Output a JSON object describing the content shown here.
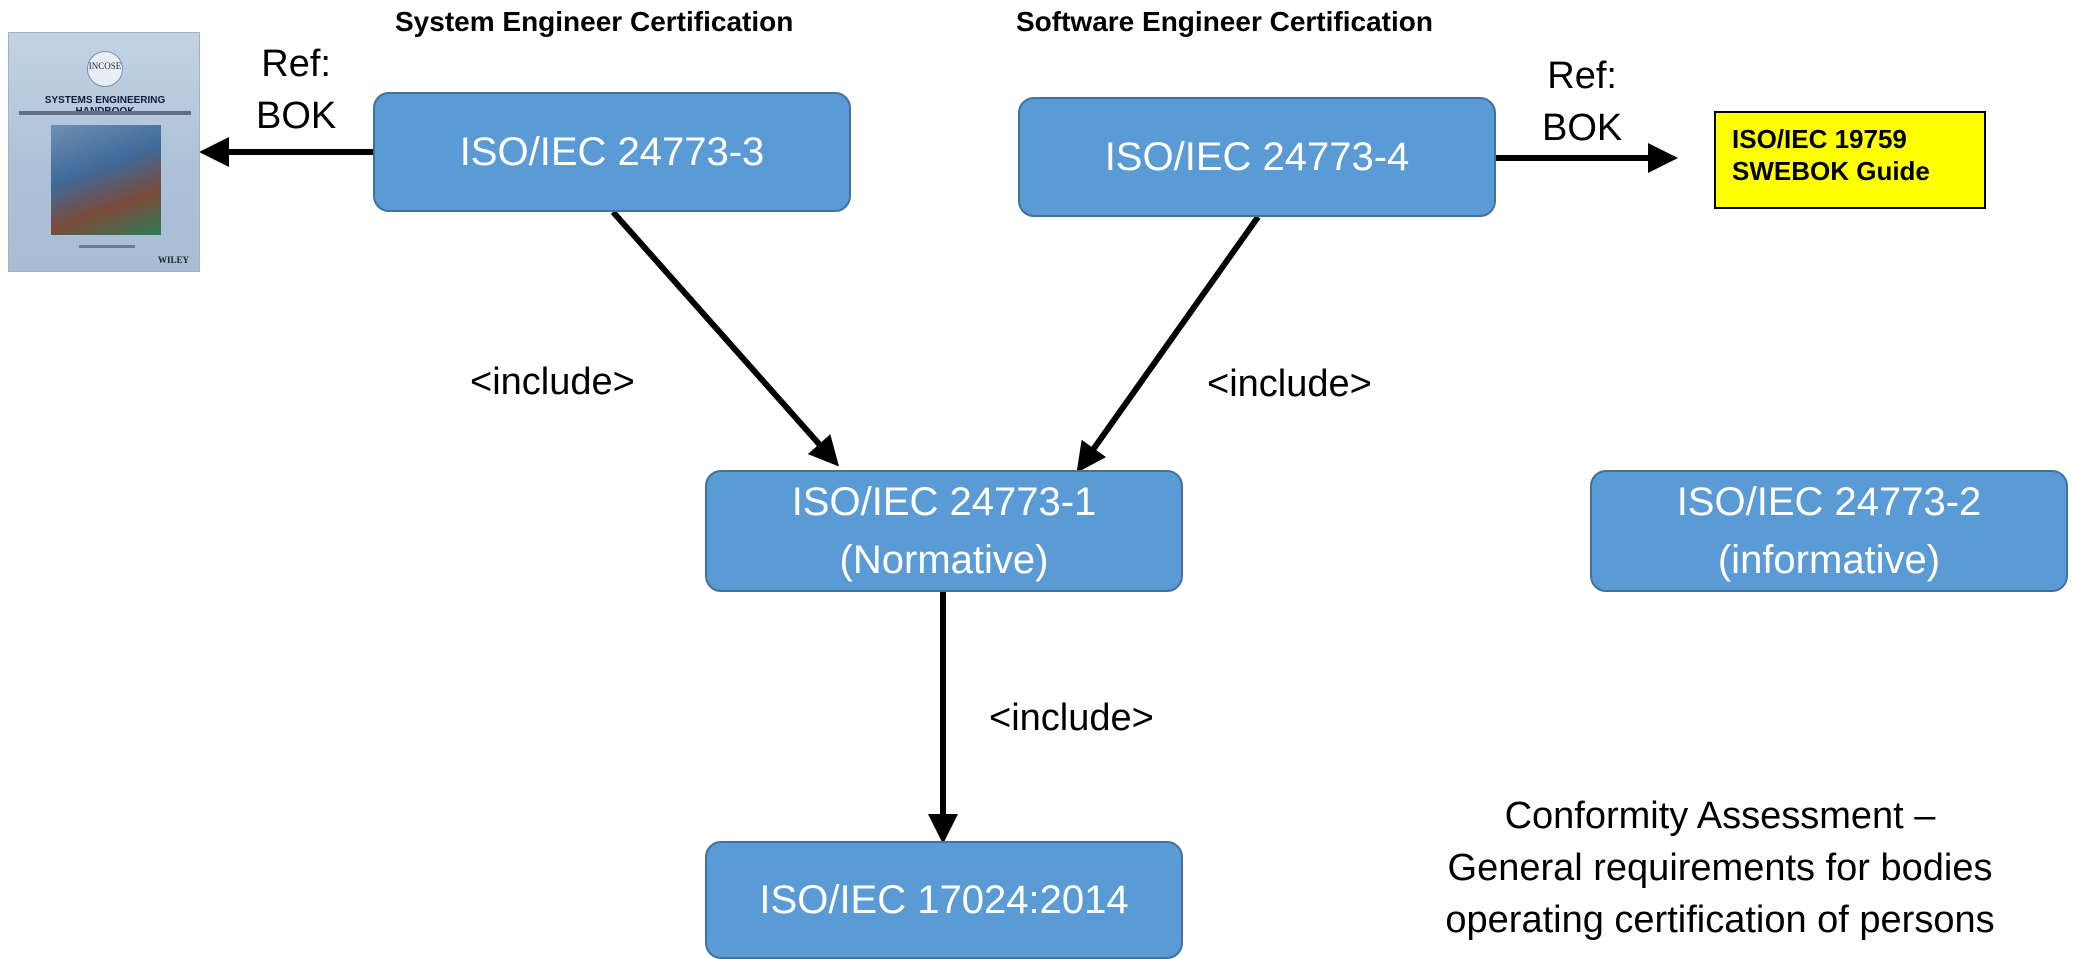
{
  "headings": {
    "system": "System Engineer Certification",
    "software": "Software Engineer Certification"
  },
  "nodes": {
    "iso_24773_3": {
      "line1": "ISO/IEC 24773-3"
    },
    "iso_24773_4": {
      "line1": "ISO/IEC 24773-4"
    },
    "iso_24773_1": {
      "line1": "ISO/IEC 24773-1",
      "line2": "(Normative)"
    },
    "iso_24773_2": {
      "line1": "ISO/IEC 24773-2",
      "line2": "(informative)"
    },
    "iso_17024": {
      "line1": "ISO/IEC 17024:2014"
    }
  },
  "swebok": {
    "line1": "ISO/IEC 19759",
    "line2": "SWEBOK Guide"
  },
  "refs": {
    "left": {
      "line1": "Ref:",
      "line2": "BOK"
    },
    "right": {
      "line1": "Ref:",
      "line2": "BOK"
    }
  },
  "include_labels": {
    "left": "<include>",
    "right": "<include>",
    "bottom": "<include>"
  },
  "note": {
    "line1": "Conformity Assessment –",
    "line2": "General requirements for bodies",
    "line3": "operating certification of persons"
  },
  "book": {
    "logo": "INCOSE",
    "title": "SYSTEMS ENGINEERING HANDBOOK",
    "publisher": "WILEY"
  },
  "colors": {
    "box_fill": "#5b9bd5",
    "box_border": "#41719c",
    "swebok_fill": "#ffff00",
    "arrow": "#000000"
  }
}
